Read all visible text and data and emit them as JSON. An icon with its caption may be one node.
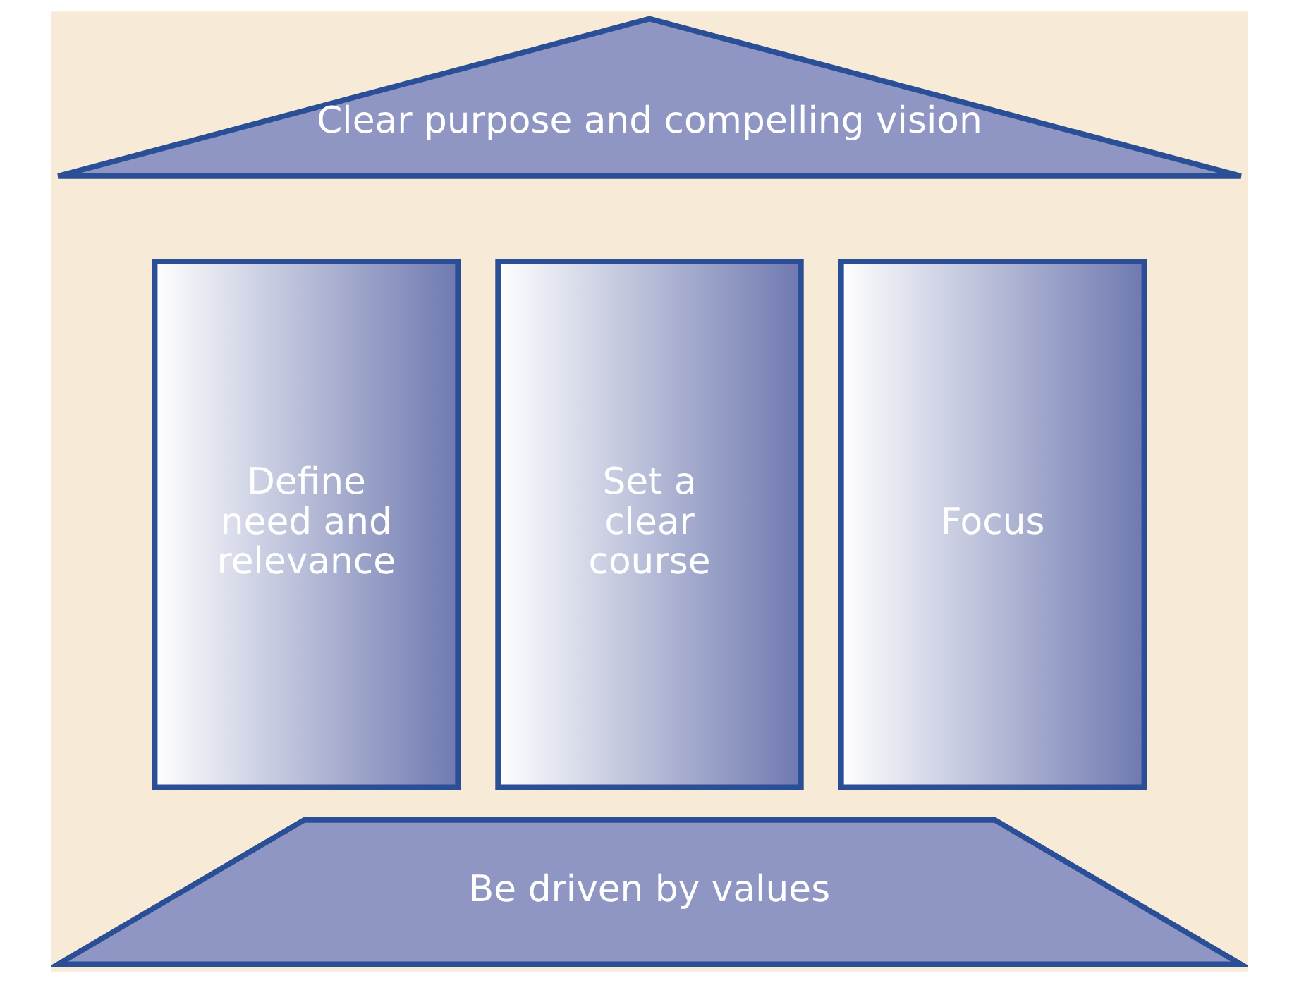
{
  "diagram": {
    "nodes": [
      {
        "text": [
          "Clear purpose and compelling vision"
        ]
      },
      {
        "text": [
          "Define need and relevance"
        ]
      },
      {
        "text": [
          "Set a clear course"
        ]
      },
      {
        "text": [
          "Focus"
        ]
      },
      {
        "text": [
          "Be driven by values"
        ]
      }
    ]
  }
}
